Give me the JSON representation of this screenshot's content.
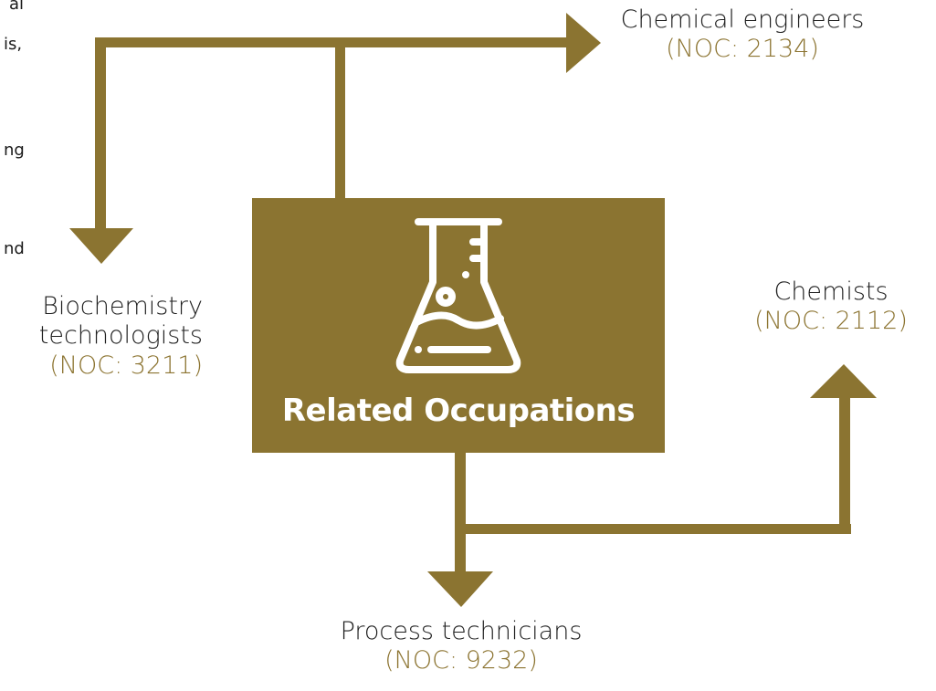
{
  "center": {
    "title": "Related Occupations",
    "icon": "flask-icon"
  },
  "left_text_fragments": [
    "al",
    "is,",
    "ng",
    "nd"
  ],
  "occupations": [
    {
      "id": "chemical-engineers",
      "name": "Chemical engineers",
      "noc": "(NOC: 2134)"
    },
    {
      "id": "biochemistry",
      "name_lines": [
        "Biochemistry",
        "technologists"
      ],
      "noc": "(NOC: 3211)"
    },
    {
      "id": "chemists",
      "name": "Chemists",
      "noc": "(NOC: 2112)"
    },
    {
      "id": "process-technicians",
      "name": "Process technicians",
      "noc": "(NOC: 9232)"
    }
  ],
  "colors": {
    "accent": "#8b7431",
    "noc_text": "#8c7431",
    "text": "#1f1f1f",
    "icon": "#ffffff"
  }
}
